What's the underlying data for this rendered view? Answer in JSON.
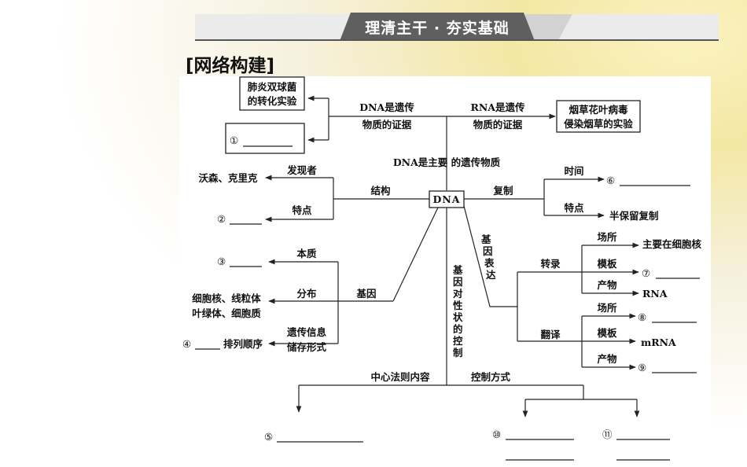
{
  "header": {
    "tab_title": "理清主干 · 夯实基础"
  },
  "section_title": "[网络构建]",
  "diagram": {
    "center": "DNA",
    "center_caption": "DNA是主要 的遗传物质",
    "top_left_label": [
      "DNA是遗传",
      "物质的证据"
    ],
    "top_right_label": [
      "RNA是遗传",
      "物质的证据"
    ],
    "box_pneumonia": [
      "肺炎双球菌",
      "的转化实验"
    ],
    "box_blank1": "①",
    "box_tobacco": [
      "烟草花叶病毒",
      "侵染烟草的实验"
    ],
    "structure": "结构",
    "discoverer": "发现者",
    "discoverer_names": "沃森、克里克",
    "feature": "特点",
    "blank2": "②",
    "replication": "复制",
    "time": "时间",
    "blank6": "⑥",
    "rep_feature": "特点",
    "semi": "半保留复制",
    "gene": "基因",
    "essence": "本质",
    "blank3": "③",
    "distribution": "分布",
    "distribution_val": [
      "细胞核、线粒体",
      "叶绿体、细胞质"
    ],
    "storage": [
      "遗传信息",
      "储存形式"
    ],
    "blank4": "④",
    "order": "排列顺序",
    "gene_expression": [
      "基",
      "因",
      "表",
      "达"
    ],
    "gene_control": [
      "基",
      "因",
      "对",
      "性",
      "状",
      "的",
      "控",
      "制"
    ],
    "transcription": "转录",
    "t_place": "场所",
    "t_place_val": "主要在细胞核",
    "t_template": "模板",
    "blank7": "⑦",
    "t_product": "产物",
    "t_product_val": "RNA",
    "translation": "翻译",
    "tr_place": "场所",
    "blank8": "⑧",
    "tr_template": "模板",
    "tr_template_val": "mRNA",
    "tr_product": "产物",
    "blank9": "⑨",
    "central_dogma": "中心法则内容",
    "control_way": "控制方式",
    "blank5": "⑤",
    "blank10": "⑩",
    "blank11": "⑪"
  }
}
